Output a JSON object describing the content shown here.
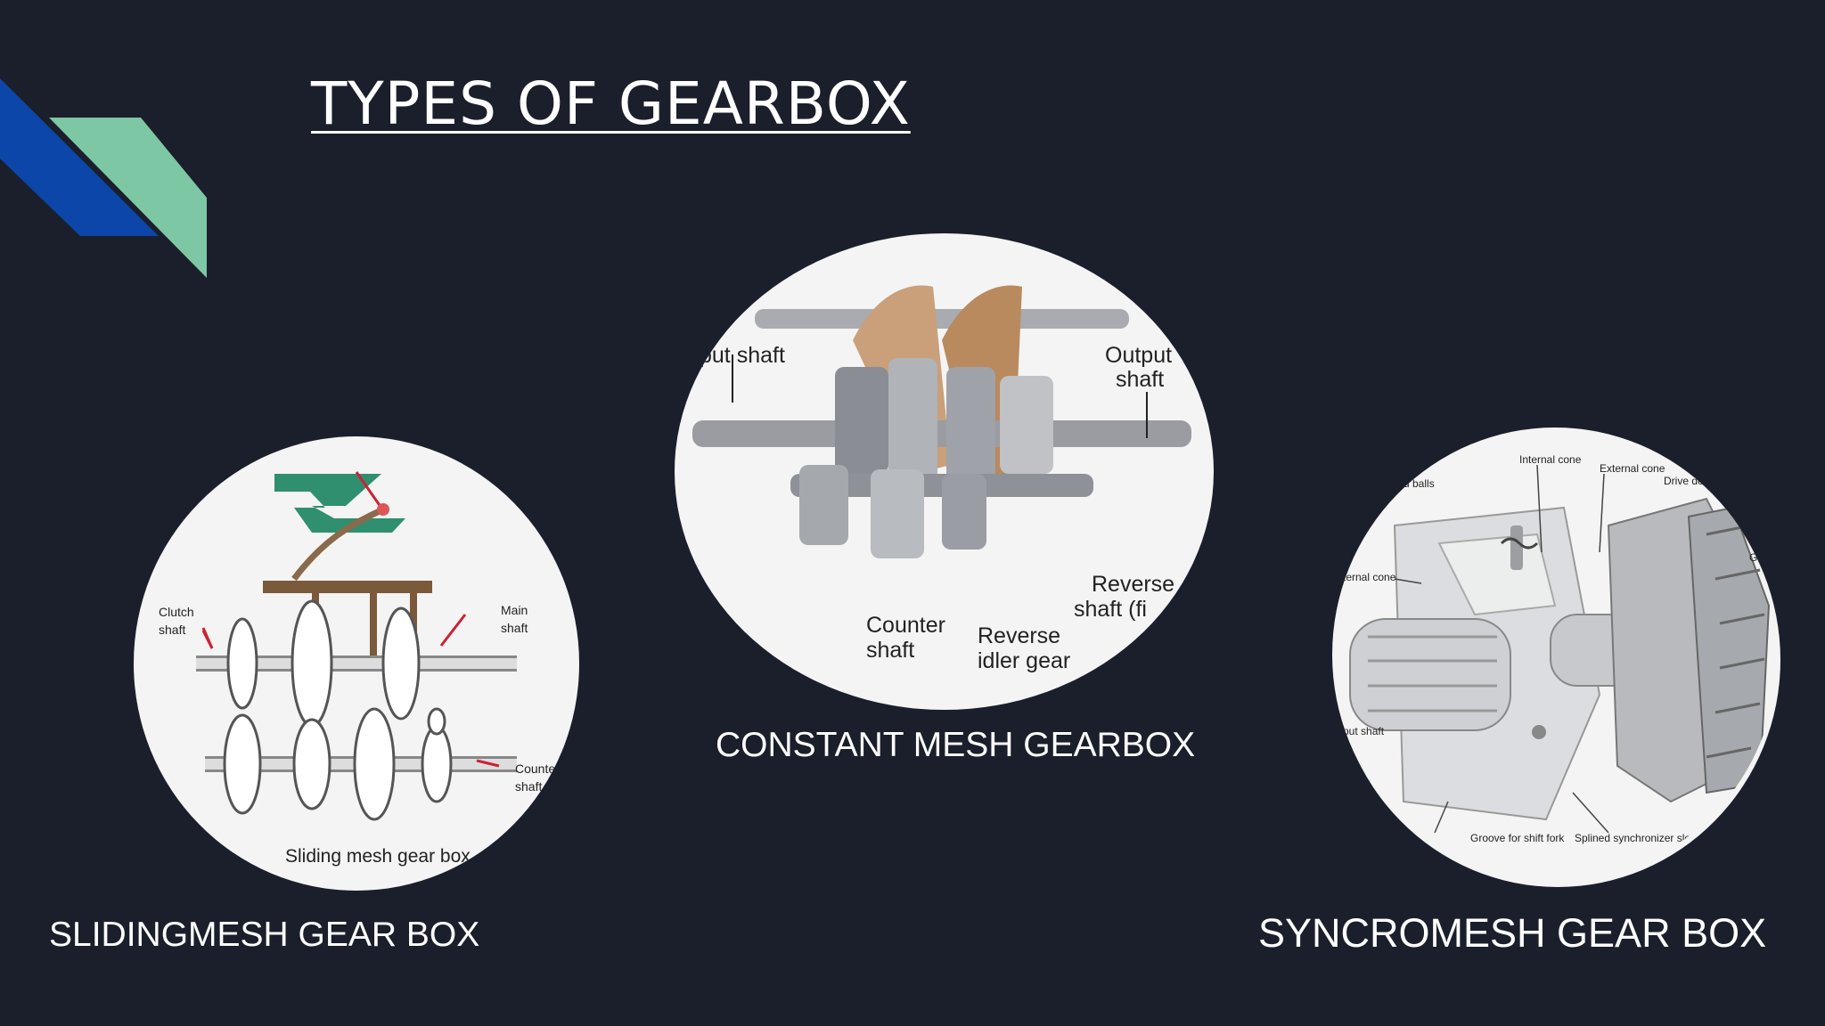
{
  "slide": {
    "title": "TYPES OF GEARBOX",
    "accent_colors": {
      "blue": "#0b46a8",
      "green": "#7ec7a4"
    }
  },
  "figures": {
    "sliding": {
      "caption": "SLIDINGMESH GEAR BOX",
      "labels": {
        "clutch_1": "Clutch",
        "clutch_2": "shaft",
        "main_1": "Main",
        "main_2": "shaft",
        "counter_1": "Counter",
        "counter_2": "shaft",
        "bottom": "Sliding mesh gear box"
      }
    },
    "constant": {
      "caption": "CONSTANT MESH GEARBOX",
      "labels": {
        "input": "put shaft",
        "output_1": "Output",
        "output_2": "shaft",
        "counter_1": "Counter",
        "counter_2": "shaft",
        "reverse_idler_1": "Reverse",
        "reverse_idler_2": "idler gear",
        "reverse_shaft_1": "Reverse",
        "reverse_shaft_2": "shaft (fi"
      }
    },
    "syncro": {
      "caption": "SYNCROMESH GEAR BOX",
      "labels": {
        "internal_cone_top": "Internal cone",
        "external_cone": "External cone",
        "drive_dog": "Drive do",
        "balls": "d balls",
        "internal_cone_left": "ternal cone",
        "gear": "Gea",
        "output_shaft": "put shaft",
        "groove": "Groove for shift fork",
        "sleeve": "Splined synchronizer sleeve"
      }
    }
  }
}
